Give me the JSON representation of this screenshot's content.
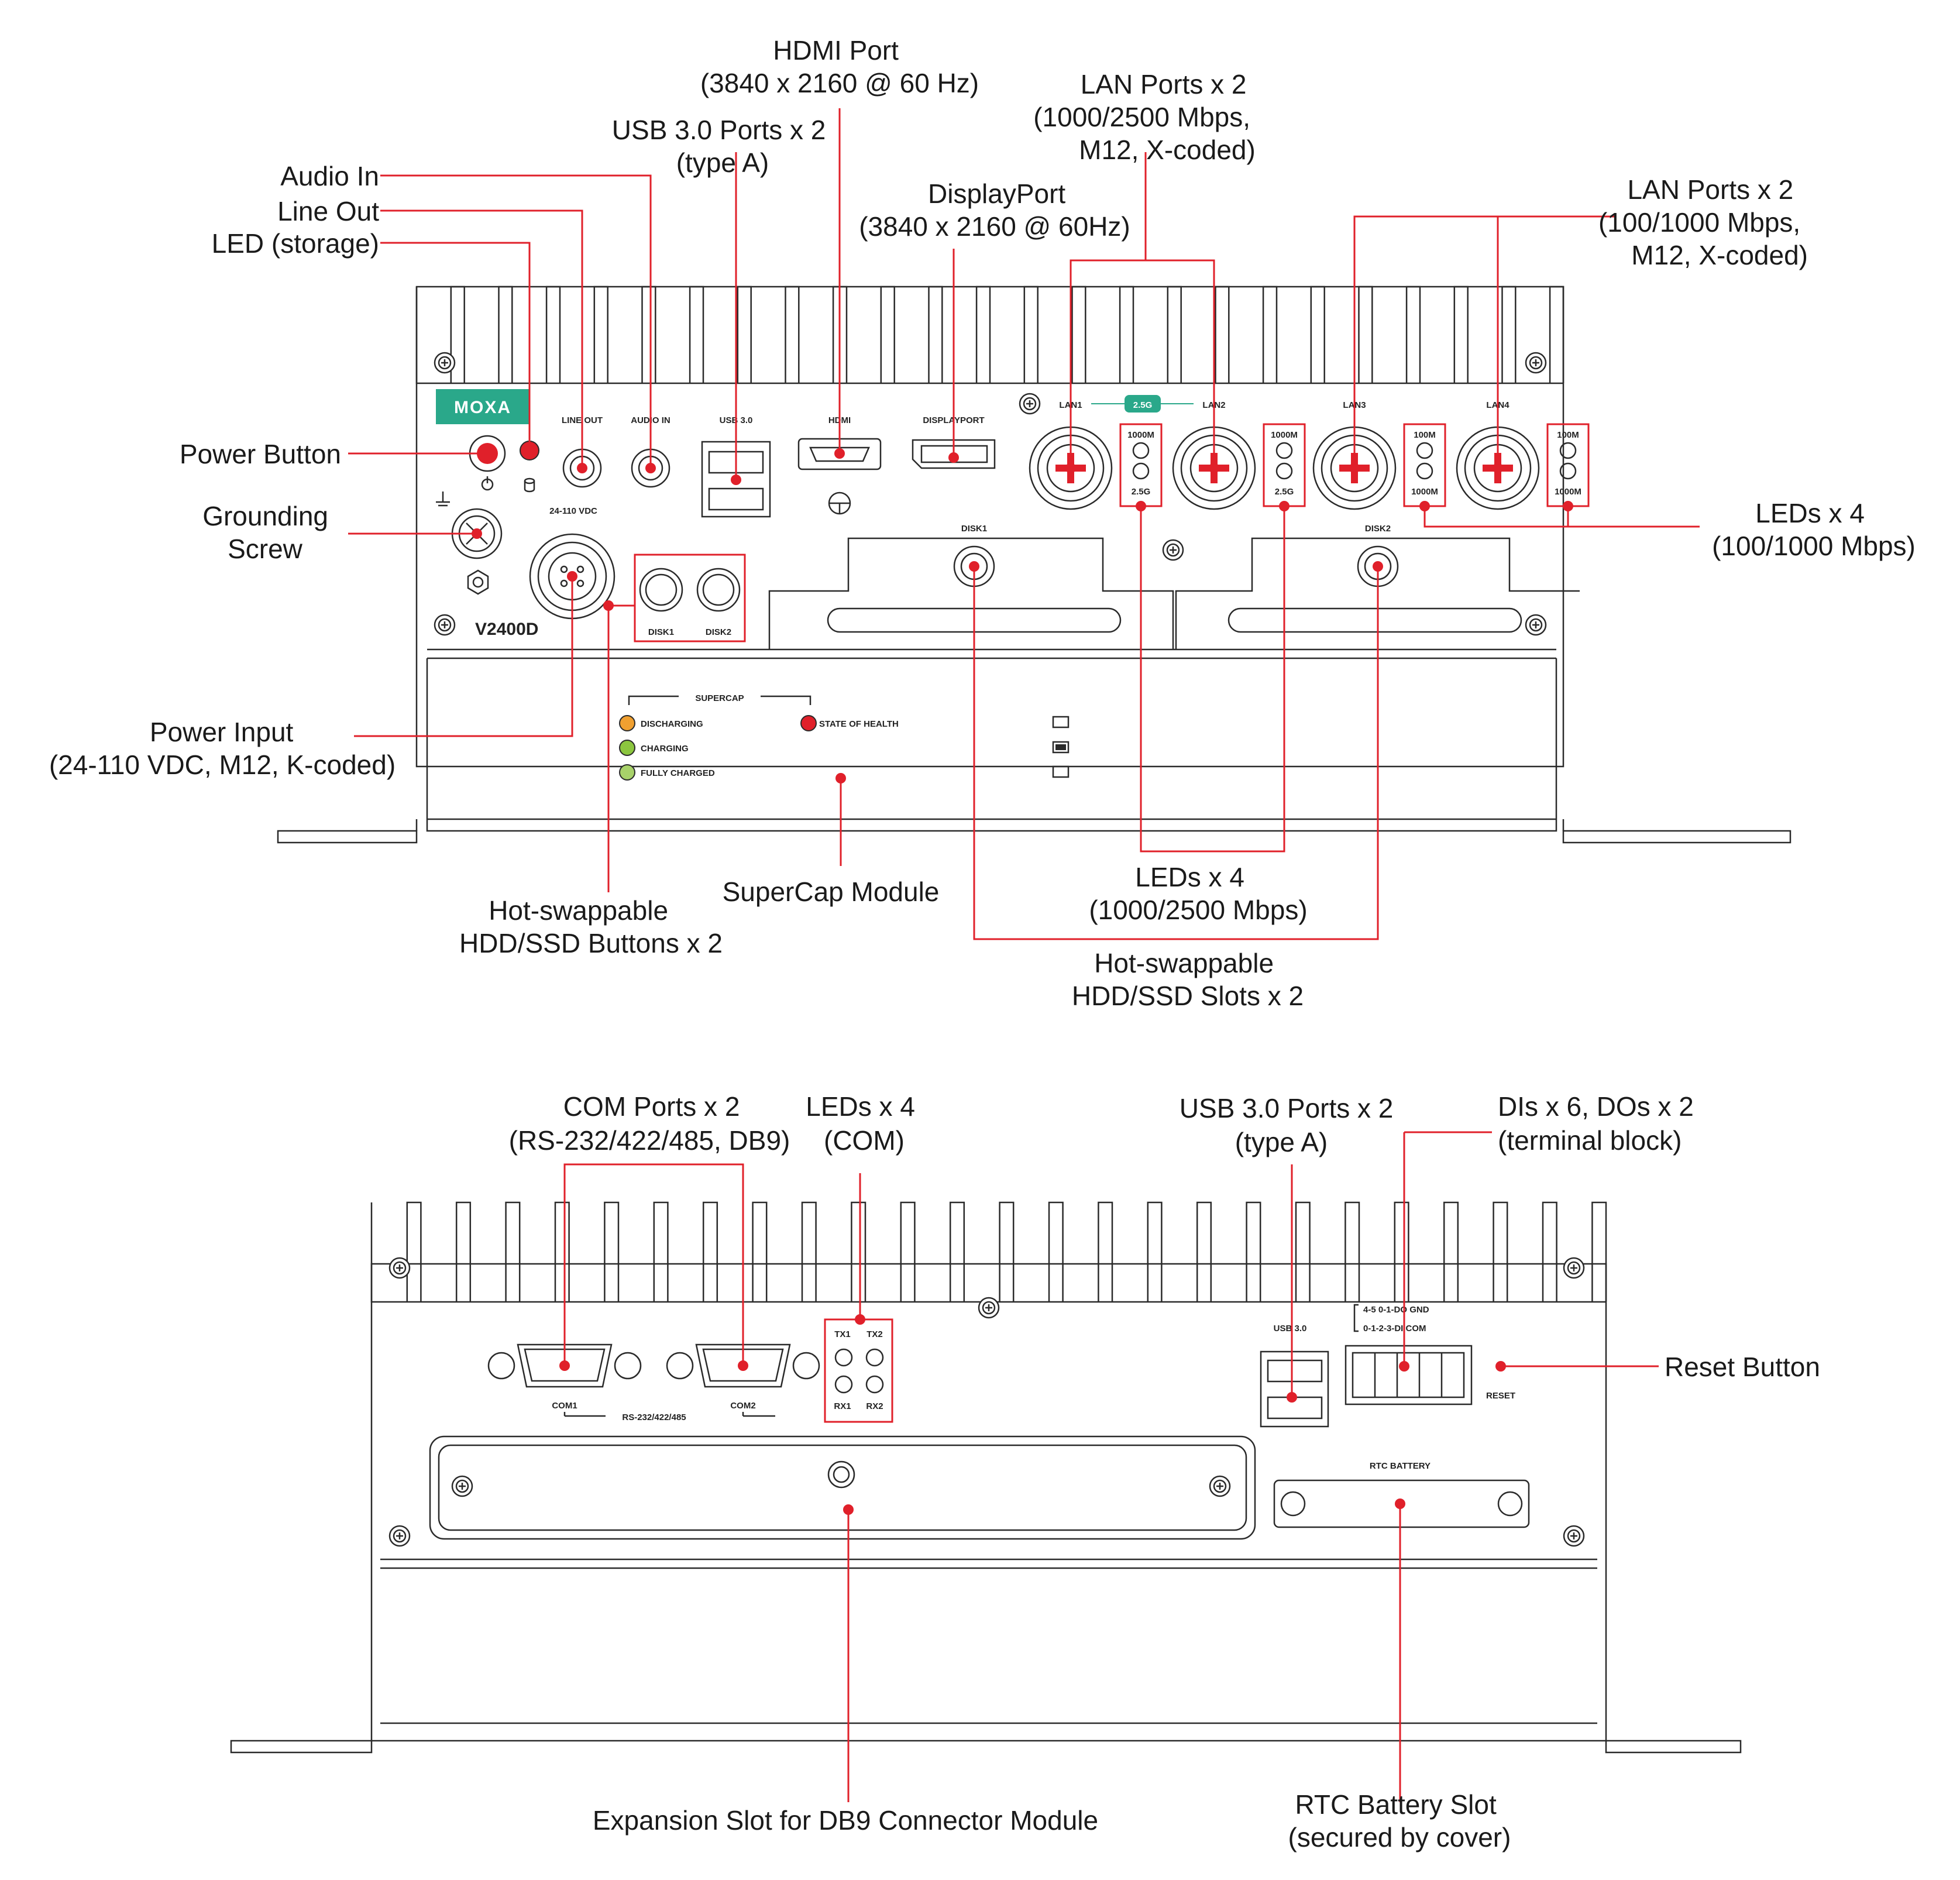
{
  "colors": {
    "accent": "#e0202a",
    "outline": "#2a2a2a",
    "brand": "#2aa88a",
    "badge": "#2aa88a",
    "led_discharging": "#f0a030",
    "led_charging": "#8cc63f",
    "led_fully_charged": "#a8d26a",
    "led_state_of_health": "#e0202a"
  },
  "front": {
    "callouts": {
      "hdmi": [
        "HDMI Port",
        "(3840 x 2160 @ 60 Hz)"
      ],
      "lan_2500": [
        "LAN Ports x 2",
        "(1000/2500 Mbps,",
        "M12, X-coded)"
      ],
      "usb": [
        "USB 3.0 Ports x 2",
        "(type A)"
      ],
      "displayport": [
        "DisplayPort",
        "(3840 x 2160 @ 60Hz)"
      ],
      "lan_1000": [
        "LAN Ports x 2",
        "(100/1000 Mbps,",
        "M12, X-coded)"
      ],
      "audio_in": [
        "Audio In"
      ],
      "line_out": [
        "Line Out"
      ],
      "led_storage": [
        "LED (storage)"
      ],
      "power_button": [
        "Power Button"
      ],
      "grounding": [
        "Grounding",
        "Screw"
      ],
      "leds_1000": [
        "LEDs x 4",
        "(100/1000 Mbps)"
      ],
      "power_input": [
        "Power Input",
        "(24-110 VDC, M12, K-coded)"
      ],
      "supercap": [
        "SuperCap Module"
      ],
      "leds_2500": [
        "LEDs x 4",
        "(1000/2500 Mbps)"
      ],
      "hs_buttons": [
        "Hot-swappable",
        "HDD/SSD Buttons x 2"
      ],
      "hs_slots": [
        "Hot-swappable",
        "HDD/SSD Slots x 2"
      ]
    },
    "panel": {
      "logo": "MOXA",
      "line_out": "LINE OUT",
      "audio_in": "AUDIO IN",
      "usb": "USB 3.0",
      "hdmi": "HDMI",
      "displayport": "DISPLAYPORT",
      "lan1": "LAN1",
      "lan2": "LAN2",
      "lan3": "LAN3",
      "lan4": "LAN4",
      "badge_25g": "2.5G",
      "led_1000m": "1000M",
      "led_25g": "2.5G",
      "led_100m": "100M",
      "power_vdc": "24-110 VDC",
      "model": "V2400D",
      "disk1": "DISK1",
      "disk2": "DISK2",
      "supercap": "SUPERCAP",
      "discharging": "DISCHARGING",
      "charging": "CHARGING",
      "fully_charged": "FULLY CHARGED",
      "state_of_health": "STATE OF HEALTH"
    }
  },
  "rear": {
    "callouts": {
      "com": [
        "COM Ports x 2",
        "(RS-232/422/485, DB9)"
      ],
      "leds_com": [
        "LEDs x 4",
        "(COM)"
      ],
      "usb": [
        "USB 3.0 Ports x 2",
        "(type A)"
      ],
      "dio": [
        "DIs x 6, DOs x 2",
        "(terminal block)"
      ],
      "reset": [
        "Reset Button"
      ],
      "expansion": [
        "Expansion Slot for DB9 Connector Module"
      ],
      "rtc": [
        "RTC Battery Slot",
        "(secured by cover)"
      ]
    },
    "panel": {
      "com1": "COM1",
      "com2": "COM2",
      "rs": "RS-232/422/485",
      "tx1": "TX1",
      "tx2": "TX2",
      "rx1": "RX1",
      "rx2": "RX2",
      "usb": "USB 3.0",
      "tb_top": "4-5  0-1-DO  GND",
      "tb_bottom": "0-1-2-3-DI  COM",
      "reset": "RESET",
      "rtc": "RTC BATTERY"
    }
  }
}
